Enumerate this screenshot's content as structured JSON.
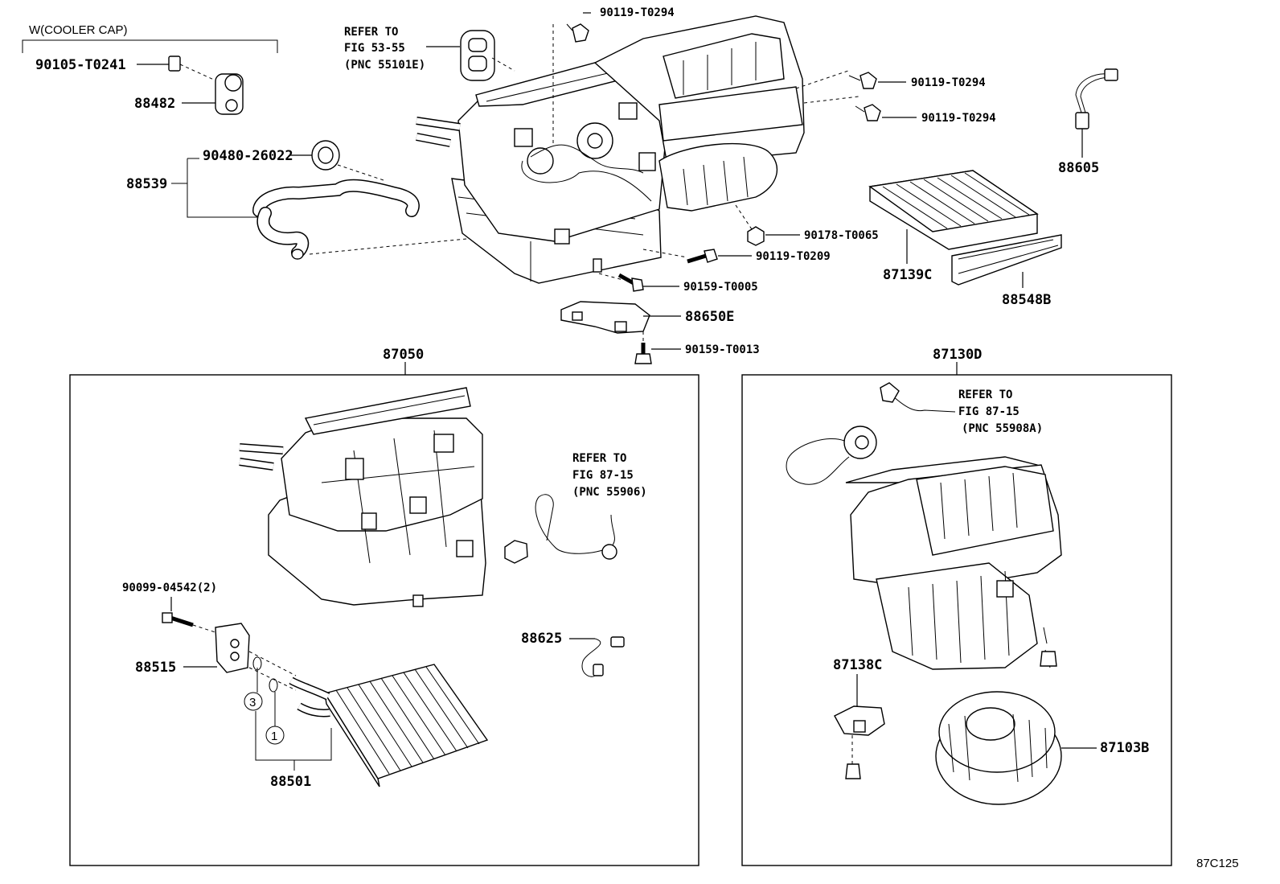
{
  "header": {
    "variant_label": "W(COOLER CAP)"
  },
  "parts": {
    "p90105_T0241": "90105-T0241",
    "p88482": "88482",
    "p90480_26022": "90480-26022",
    "p88539": "88539",
    "p90119_T0294_top": "90119-T0294",
    "p90119_T0294_a": "90119-T0294",
    "p90119_T0294_b": "90119-T0294",
    "p88605": "88605",
    "p90178_T0065": "90178-T0065",
    "p90119_T0209": "90119-T0209",
    "p87139C": "87139C",
    "p88548B": "88548B",
    "p90159_T0005": "90159-T0005",
    "p88650E": "88650E",
    "p90159_T0013": "90159-T0013",
    "p87050": "87050",
    "p87130D": "87130D",
    "p90099_04542": "90099-04542(2)",
    "p88515": "88515",
    "p88501": "88501",
    "p88625": "88625",
    "p87138C": "87138C",
    "p87103B": "87103B"
  },
  "refers": {
    "fig5355": {
      "line1": "REFER TO",
      "line2": "FIG 53-55",
      "line3": "(PNC 55101E)"
    },
    "fig8715_a": {
      "line1": "REFER TO",
      "line2": "FIG 87-15",
      "line3": "(PNC 55906)"
    },
    "fig8715_b": {
      "line1": "REFER TO",
      "line2": "FIG 87-15",
      "line3": "(PNC 55908A)"
    }
  },
  "callouts": {
    "c1": "1",
    "c3": "3"
  },
  "footer": {
    "diagram_code": "87C125"
  }
}
